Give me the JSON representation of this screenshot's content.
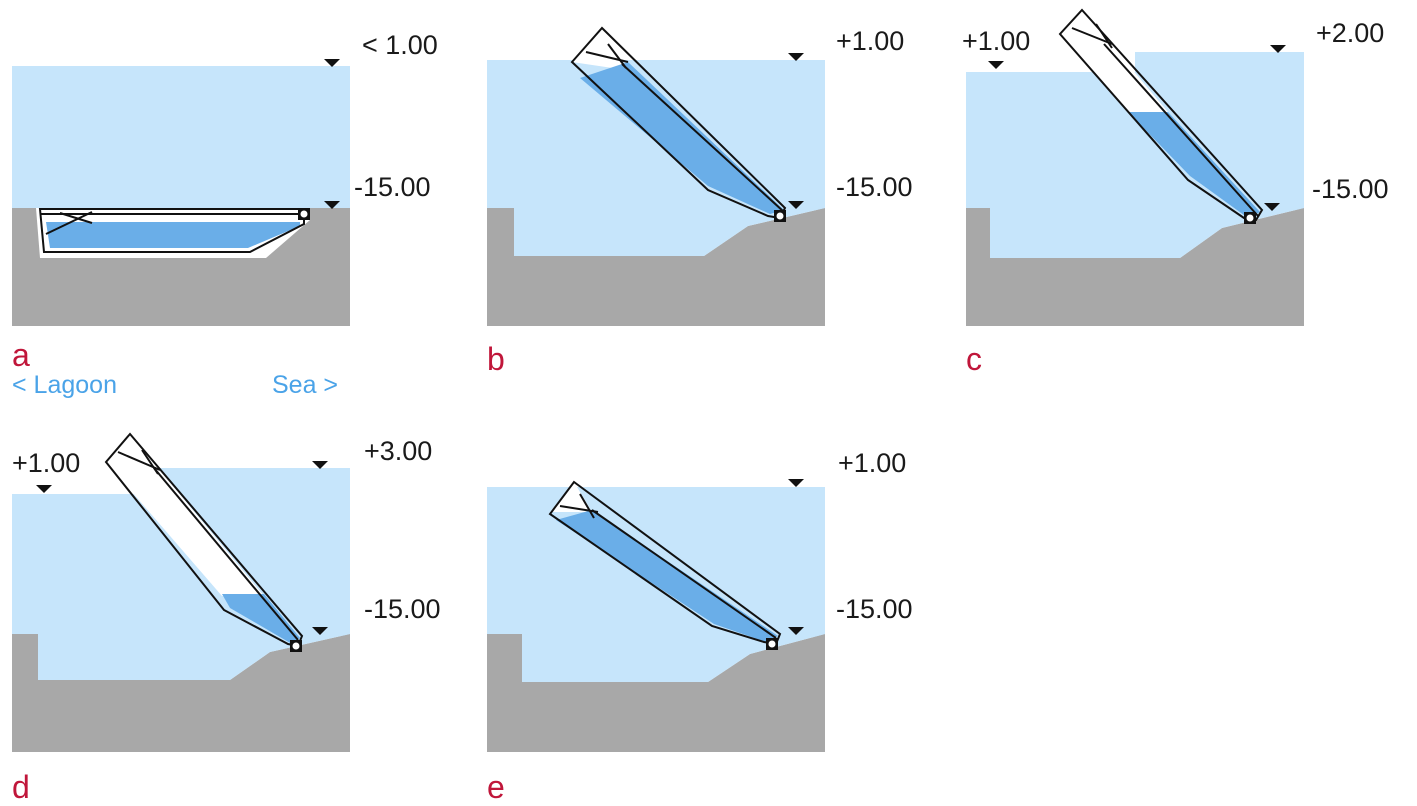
{
  "colors": {
    "water": "#c6e5fb",
    "ground": "#a8a8a8",
    "gate_water": "#6aaee8",
    "gate_outline": "#111111",
    "label_red": "#c0163a",
    "side_blue": "#4aa3e8"
  },
  "legend": {
    "lagoon": "< Lagoon",
    "sea": "Sea >"
  },
  "panels": [
    {
      "id": "a",
      "letter": "a",
      "sea_top": "< 1.00",
      "sea_bottom": "-15.00",
      "lagoon_level": "",
      "gate_fill_fraction": 1.0
    },
    {
      "id": "b",
      "letter": "b",
      "sea_top": "+1.00",
      "sea_bottom": "-15.00",
      "lagoon_level": "",
      "gate_fill_fraction": 0.92
    },
    {
      "id": "c",
      "letter": "c",
      "sea_top": "+2.00",
      "sea_bottom": "-15.00",
      "lagoon_level": "+1.00",
      "gate_fill_fraction": 0.5
    },
    {
      "id": "d",
      "letter": "d",
      "sea_top": "+3.00",
      "sea_bottom": "-15.00",
      "lagoon_level": "+1.00",
      "gate_fill_fraction": 0.22
    },
    {
      "id": "e",
      "letter": "e",
      "sea_top": "+1.00",
      "sea_bottom": "-15.00",
      "lagoon_level": "",
      "gate_fill_fraction": 0.92
    }
  ]
}
